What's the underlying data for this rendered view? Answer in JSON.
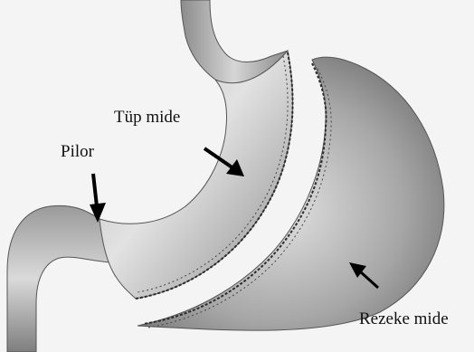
{
  "labels": {
    "tube_stomach": "Tüp mide",
    "pylorus": "Pilor",
    "resected_stomach": "Rezeke mide"
  },
  "colors": {
    "background": "#f4f4f4",
    "tissue_light": "#e0e0e0",
    "tissue_dark": "#7a7a7a",
    "staple_line": "#2b2b2b",
    "text": "#111111"
  }
}
